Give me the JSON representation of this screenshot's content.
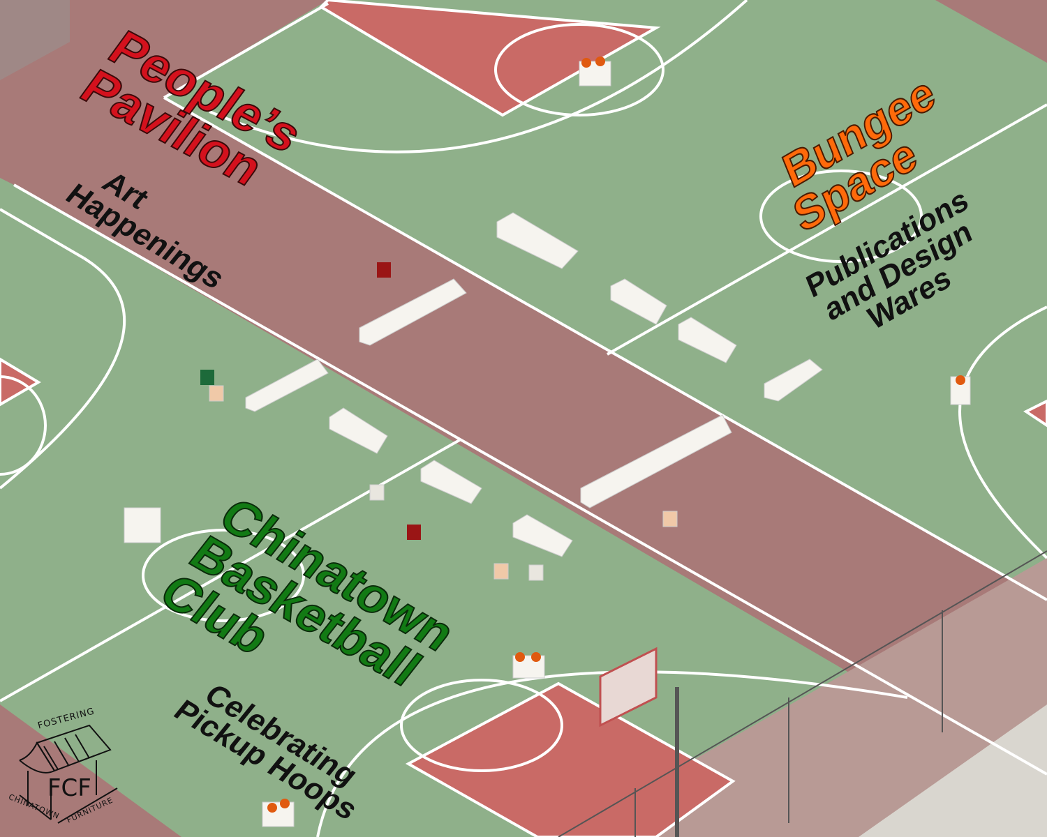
{
  "zones": {
    "pavilion": {
      "title_lines": [
        "People’s",
        "Pavilion"
      ],
      "subtitle_lines": [
        "Art",
        "Happenings"
      ],
      "color": "#d4111d"
    },
    "bungee": {
      "title_lines": [
        "Bungee",
        "Space"
      ],
      "subtitle_lines": [
        "Publications",
        "and Design",
        "Wares"
      ],
      "color": "#ff6a0a"
    },
    "basketball": {
      "title_lines": [
        "Chinatown",
        "Basketball",
        "Club"
      ],
      "subtitle_lines": [
        "Celebrating",
        "Pickup Hoops"
      ],
      "color": "#127a14"
    }
  },
  "logo": {
    "top": "FOSTERING",
    "initials": "FCF",
    "left": "CHINATOWN",
    "right": "FURNITURE"
  },
  "colors": {
    "court_green": "#8fb08a",
    "court_maroon": "#a87a78",
    "key_red": "#c96a66",
    "line": "#ffffff"
  }
}
